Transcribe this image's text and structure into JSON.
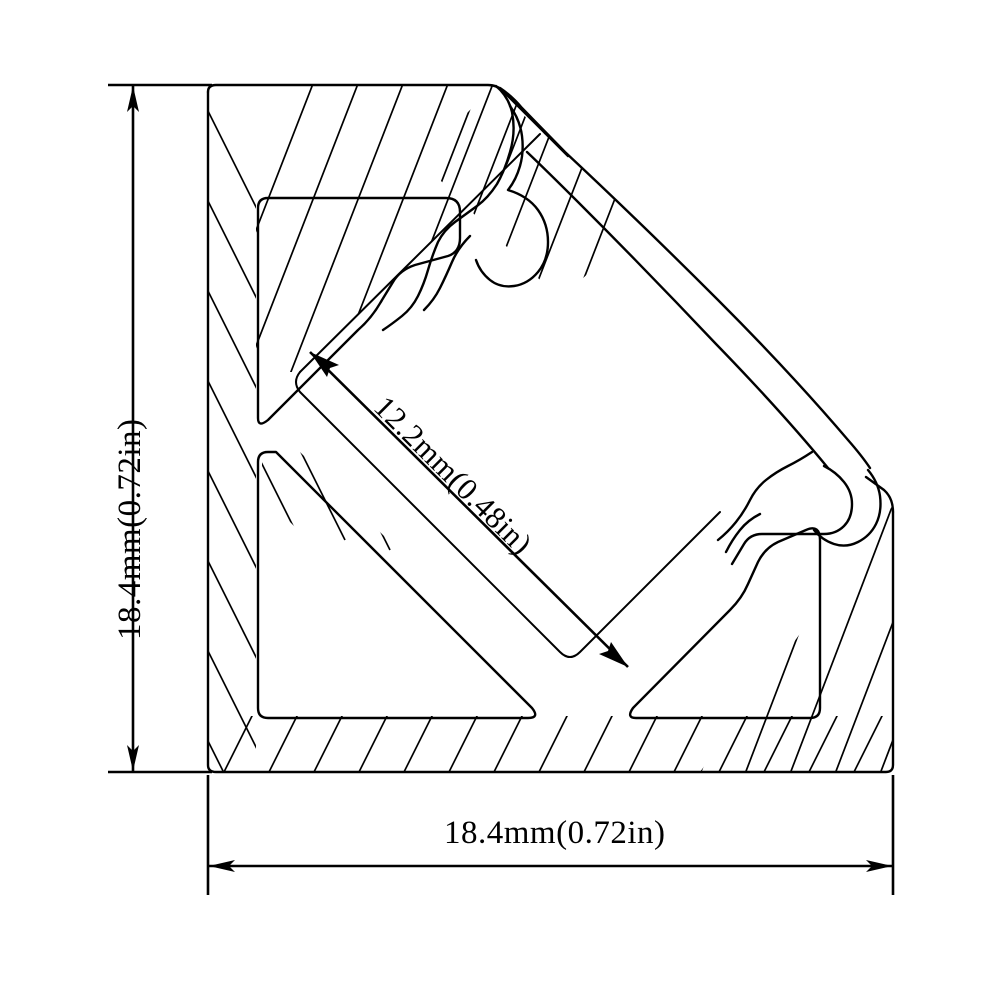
{
  "drawing": {
    "title": "LED Corner Aluminum Profile Cross-Section",
    "type": "technical-engineering-drawing",
    "view": "cross-section",
    "background_color": "#ffffff",
    "line_color": "#000000"
  },
  "dimensions": {
    "height": {
      "id": "overall-height",
      "label": "18.4mm(0.72in)",
      "value_mm": 18.4,
      "value_in": 0.72,
      "orientation": "vertical",
      "position": "left"
    },
    "width": {
      "id": "overall-width",
      "label": "18.4mm(0.72in)",
      "value_mm": 18.4,
      "value_in": 0.72,
      "orientation": "horizontal",
      "position": "bottom"
    },
    "diagonal": {
      "id": "channel-opening",
      "label": "12.2mm(0.48in)",
      "value_mm": 12.2,
      "value_in": 0.48,
      "orientation": "diagonal-45",
      "position": "center"
    }
  },
  "features": {
    "body": "hatched-aluminum-extrusion",
    "cavities": [
      "upper-left-cavity",
      "lower-left-cavity",
      "lower-right-cavity"
    ],
    "cover": "curved-diffuser-cover",
    "clips": [
      "left-snap-clip",
      "right-snap-clip"
    ]
  }
}
